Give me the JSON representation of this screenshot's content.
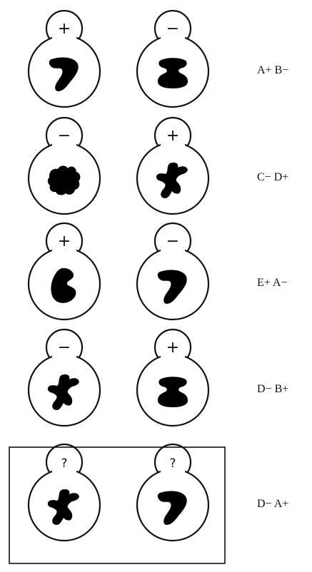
{
  "rows": [
    {
      "left": {
        "sign": "+",
        "shape": "A"
      },
      "right": {
        "sign": "−",
        "shape": "B"
      },
      "label": "A+ B−"
    },
    {
      "left": {
        "sign": "−",
        "shape": "C"
      },
      "right": {
        "sign": "+",
        "shape": "D"
      },
      "label": "C− D+"
    },
    {
      "left": {
        "sign": "+",
        "shape": "E"
      },
      "right": {
        "sign": "−",
        "shape": "A"
      },
      "label": "E+ A−"
    },
    {
      "left": {
        "sign": "−",
        "shape": "D"
      },
      "right": {
        "sign": "+",
        "shape": "B"
      },
      "label": "D− B+"
    },
    {
      "left": {
        "sign": "?",
        "shape": "D"
      },
      "right": {
        "sign": "?",
        "shape": "A"
      },
      "label": "D− A+"
    }
  ],
  "question_row_boxed": true
}
